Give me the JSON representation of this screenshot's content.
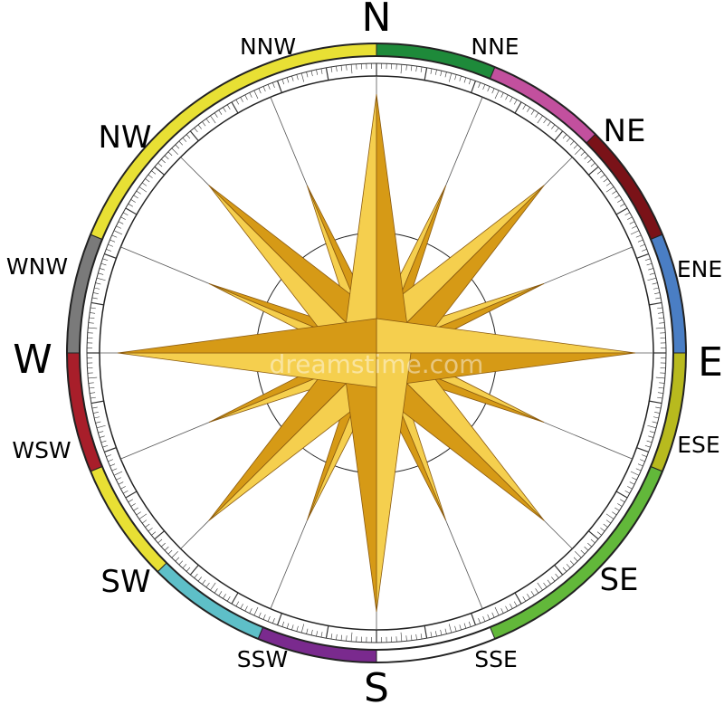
{
  "labels": {
    "n": "N",
    "nne": "NNE",
    "ne": "NE",
    "ene": "ENE",
    "e": "E",
    "ese": "ESE",
    "se": "SE",
    "sse": "SSE",
    "s": "S",
    "ssw": "SSW",
    "sw": "SW",
    "wsw": "WSW",
    "w": "W",
    "wnw": "WNW",
    "nw": "NW",
    "nnw": "NNW"
  },
  "watermark": "dreamstime.com",
  "colors": {
    "star_light": "#F5CF4E",
    "star_dark": "#D69A16",
    "star_outline": "#8A5A10",
    "ring_segments": {
      "nne": "#1E8A3A",
      "ne": "#C2509E",
      "ene": "#7A1218",
      "ese": "#4A7EC4",
      "se": "#B8BA1E",
      "sse": "#62B83A",
      "ssw": "#7A2A8E",
      "sw": "#5EBFC8",
      "wsw": "#E8E034",
      "wnw": "#A81E2A",
      "nw": "#7A7A7A",
      "nnw": "#E8E034"
    }
  }
}
